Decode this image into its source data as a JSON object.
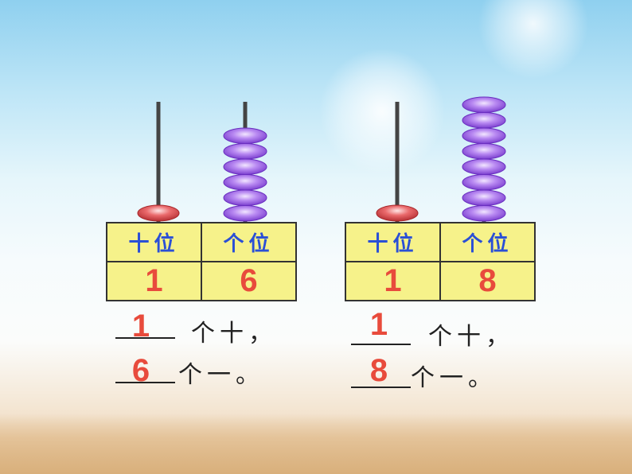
{
  "headers": {
    "tens": "十位",
    "ones": "个位"
  },
  "panels": [
    {
      "tens_digit": "1",
      "ones_digit": "6",
      "tens_answer": "1",
      "ones_answer": "6",
      "tens_text": "个十，",
      "ones_text": "个一。",
      "tens_beads": 1,
      "ones_beads": 6
    },
    {
      "tens_digit": "1",
      "ones_digit": "8",
      "tens_answer": "1",
      "ones_answer": "8",
      "tens_text": "个十，",
      "ones_text": "个一。",
      "tens_beads": 1,
      "ones_beads": 8
    }
  ],
  "colors": {
    "tens_bead": "#e2585a",
    "ones_bead": "#a86ce8",
    "rod": "#444444",
    "digit": "#e84b3c",
    "header": "#2a4fd6",
    "table_fill": "#f6f28a"
  }
}
